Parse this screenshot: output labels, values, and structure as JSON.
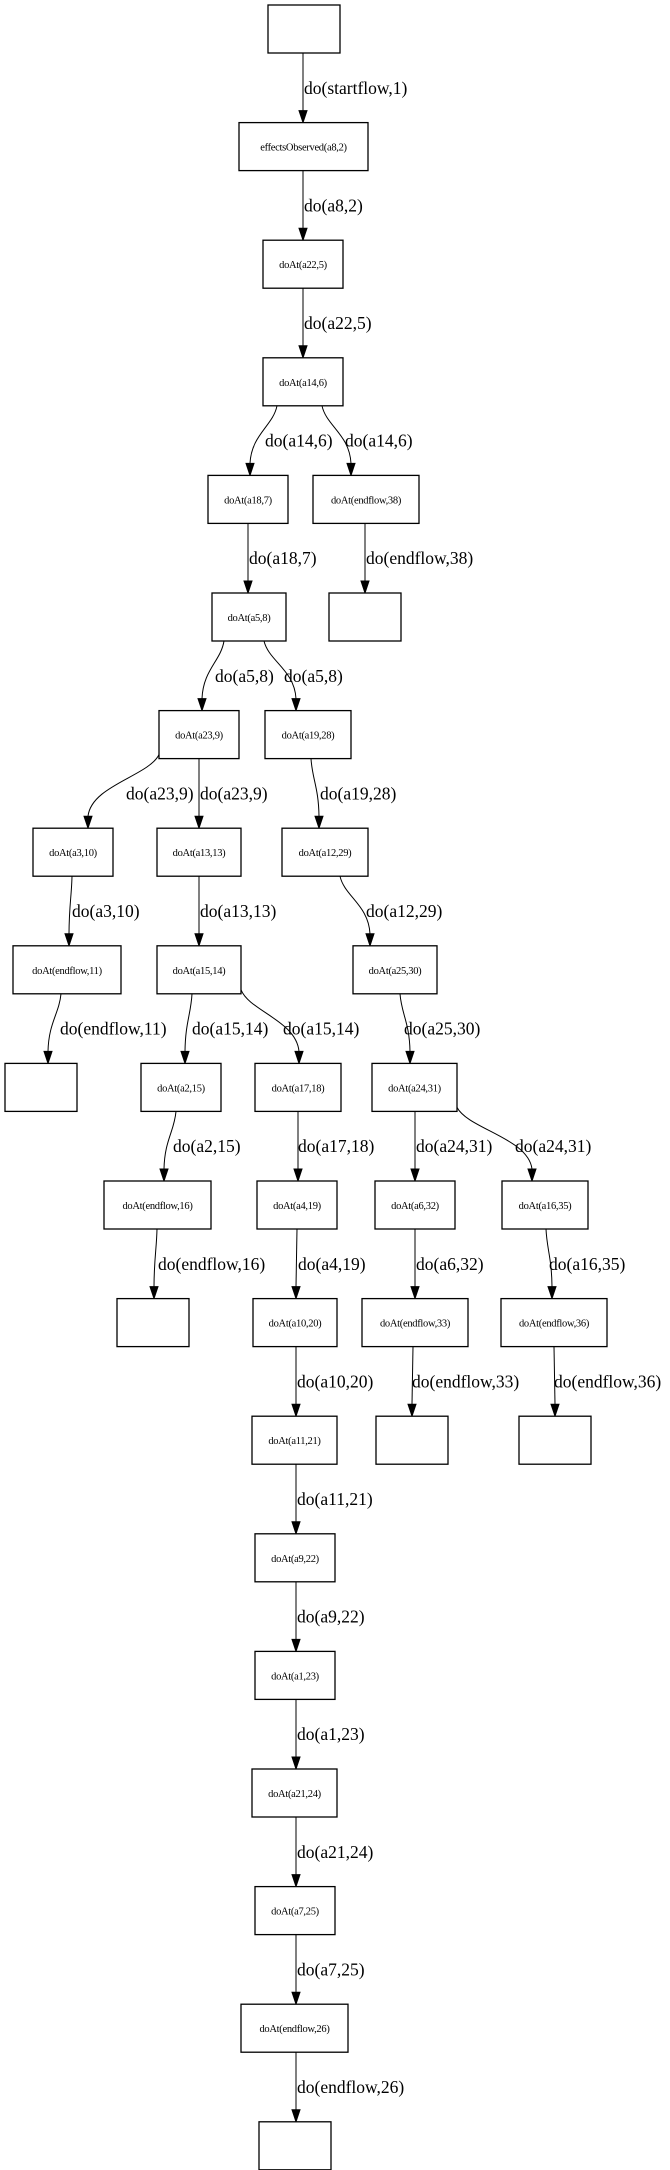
{
  "diagram": {
    "title": "",
    "nodes": [
      {
        "id": "n0",
        "label": ""
      },
      {
        "id": "n1",
        "label": "effectsObserved(a8,2)"
      },
      {
        "id": "n2",
        "label": "doAt(a22,5)"
      },
      {
        "id": "n3",
        "label": "doAt(a14,6)"
      },
      {
        "id": "n4",
        "label": "doAt(a18,7)"
      },
      {
        "id": "n5",
        "label": "doAt(endflow,38)"
      },
      {
        "id": "n6",
        "label": "doAt(a5,8)"
      },
      {
        "id": "n7",
        "label": ""
      },
      {
        "id": "n8",
        "label": "doAt(a23,9)"
      },
      {
        "id": "n9",
        "label": "doAt(a19,28)"
      },
      {
        "id": "n10",
        "label": "doAt(a3,10)"
      },
      {
        "id": "n11",
        "label": "doAt(a13,13)"
      },
      {
        "id": "n12",
        "label": "doAt(a12,29)"
      },
      {
        "id": "n13",
        "label": "doAt(endflow,11)"
      },
      {
        "id": "n14",
        "label": "doAt(a15,14)"
      },
      {
        "id": "n15",
        "label": "doAt(a25,30)"
      },
      {
        "id": "n16",
        "label": ""
      },
      {
        "id": "n17",
        "label": "doAt(a2,15)"
      },
      {
        "id": "n18",
        "label": "doAt(a17,18)"
      },
      {
        "id": "n19",
        "label": "doAt(a24,31)"
      },
      {
        "id": "n20",
        "label": "doAt(endflow,16)"
      },
      {
        "id": "n21",
        "label": "doAt(a4,19)"
      },
      {
        "id": "n22",
        "label": "doAt(a6,32)"
      },
      {
        "id": "n23",
        "label": "doAt(a16,35)"
      },
      {
        "id": "n24",
        "label": ""
      },
      {
        "id": "n25",
        "label": "doAt(a10,20)"
      },
      {
        "id": "n26",
        "label": "doAt(endflow,33)"
      },
      {
        "id": "n27",
        "label": "doAt(endflow,36)"
      },
      {
        "id": "n28",
        "label": "doAt(a11,21)"
      },
      {
        "id": "n29",
        "label": ""
      },
      {
        "id": "n30",
        "label": ""
      },
      {
        "id": "n31",
        "label": "doAt(a9,22)"
      },
      {
        "id": "n32",
        "label": "doAt(a1,23)"
      },
      {
        "id": "n33",
        "label": "doAt(a21,24)"
      },
      {
        "id": "n34",
        "label": "doAt(a7,25)"
      },
      {
        "id": "n35",
        "label": "doAt(endflow,26)"
      },
      {
        "id": "n36",
        "label": ""
      }
    ],
    "edges": [
      {
        "from": "n0",
        "to": "n1",
        "label": "do(startflow,1)"
      },
      {
        "from": "n1",
        "to": "n2",
        "label": "do(a8,2)"
      },
      {
        "from": "n2",
        "to": "n3",
        "label": "do(a22,5)"
      },
      {
        "from": "n3",
        "to": "n4",
        "label": "do(a14,6)"
      },
      {
        "from": "n3",
        "to": "n5",
        "label": "do(a14,6)"
      },
      {
        "from": "n4",
        "to": "n6",
        "label": "do(a18,7)"
      },
      {
        "from": "n5",
        "to": "n7",
        "label": "do(endflow,38)"
      },
      {
        "from": "n6",
        "to": "n8",
        "label": "do(a5,8)"
      },
      {
        "from": "n6",
        "to": "n9",
        "label": "do(a5,8)"
      },
      {
        "from": "n8",
        "to": "n10",
        "label": "do(a23,9)"
      },
      {
        "from": "n8",
        "to": "n11",
        "label": "do(a23,9)"
      },
      {
        "from": "n9",
        "to": "n12",
        "label": "do(a19,28)"
      },
      {
        "from": "n10",
        "to": "n13",
        "label": "do(a3,10)"
      },
      {
        "from": "n11",
        "to": "n14",
        "label": "do(a13,13)"
      },
      {
        "from": "n12",
        "to": "n15",
        "label": "do(a12,29)"
      },
      {
        "from": "n13",
        "to": "n16",
        "label": "do(endflow,11)"
      },
      {
        "from": "n14",
        "to": "n17",
        "label": "do(a15,14)"
      },
      {
        "from": "n14",
        "to": "n18",
        "label": "do(a15,14)"
      },
      {
        "from": "n15",
        "to": "n19",
        "label": "do(a25,30)"
      },
      {
        "from": "n17",
        "to": "n20",
        "label": "do(a2,15)"
      },
      {
        "from": "n18",
        "to": "n21",
        "label": "do(a17,18)"
      },
      {
        "from": "n19",
        "to": "n22",
        "label": "do(a24,31)"
      },
      {
        "from": "n19",
        "to": "n23",
        "label": "do(a24,31)"
      },
      {
        "from": "n20",
        "to": "n24",
        "label": "do(endflow,16)"
      },
      {
        "from": "n21",
        "to": "n25",
        "label": "do(a4,19)"
      },
      {
        "from": "n22",
        "to": "n26",
        "label": "do(a6,32)"
      },
      {
        "from": "n23",
        "to": "n27",
        "label": "do(a16,35)"
      },
      {
        "from": "n25",
        "to": "n28",
        "label": "do(a10,20)"
      },
      {
        "from": "n26",
        "to": "n29",
        "label": "do(endflow,33)"
      },
      {
        "from": "n27",
        "to": "n30",
        "label": "do(endflow,36)"
      },
      {
        "from": "n28",
        "to": "n31",
        "label": "do(a11,21)"
      },
      {
        "from": "n31",
        "to": "n32",
        "label": "do(a9,22)"
      },
      {
        "from": "n32",
        "to": "n33",
        "label": "do(a1,23)"
      },
      {
        "from": "n33",
        "to": "n34",
        "label": "do(a21,24)"
      },
      {
        "from": "n34",
        "to": "n35",
        "label": "do(a7,25)"
      },
      {
        "from": "n35",
        "to": "n36",
        "label": "do(endflow,26)"
      }
    ]
  }
}
